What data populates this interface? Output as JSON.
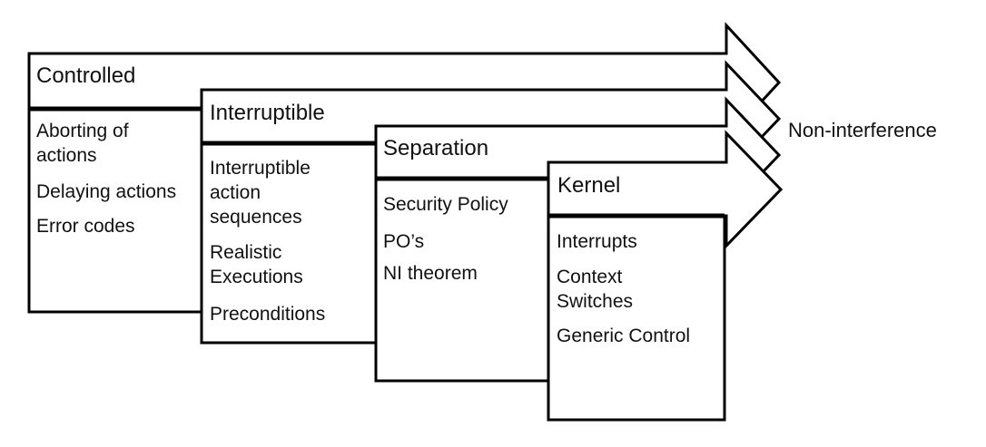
{
  "layers": [
    {
      "title": "Controlled",
      "items": [
        "Aborting of actions",
        "Delaying actions",
        "Error codes"
      ]
    },
    {
      "title": "Interruptible",
      "items": [
        "Interruptible action sequences",
        "Realistic Executions",
        "Preconditions"
      ]
    },
    {
      "title": "Separation",
      "items": [
        "Security Policy",
        "PO’s",
        "NI theorem"
      ]
    },
    {
      "title": "Kernel",
      "items": [
        "Interrupts",
        "Context Switches",
        "Generic Control"
      ]
    }
  ],
  "target_label": "Non-interference"
}
